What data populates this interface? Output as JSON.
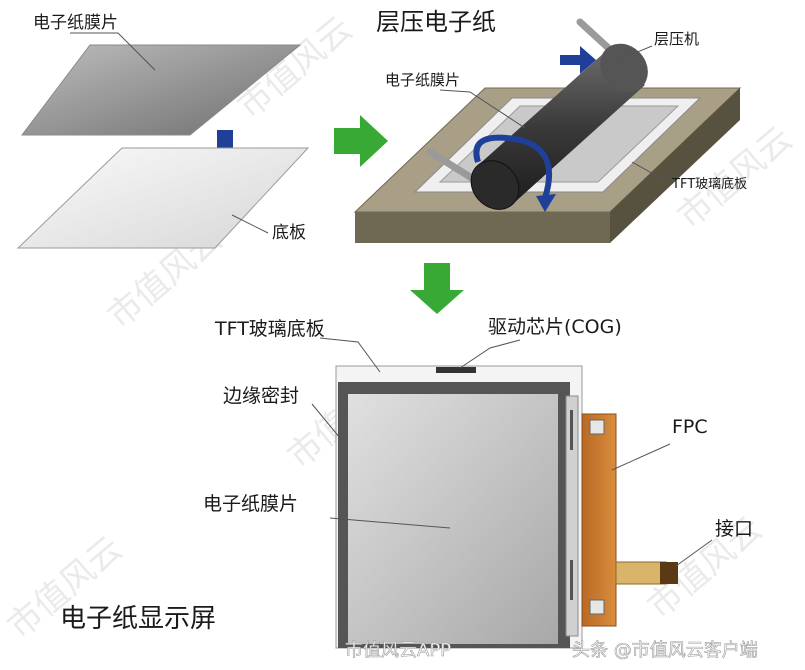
{
  "labels": {
    "top_left_film": "电子纸膜片",
    "base_plate": "底板",
    "lamination_title": "层压电子纸",
    "laminator": "层压机",
    "film_on_plate": "电子纸膜片",
    "tft_small": "TFT玻璃底板",
    "tft_glass": "TFT玻璃底板",
    "driver_chip": "驱动芯片(COG)",
    "edge_seal": "边缘密封",
    "fpc": "FPC",
    "display_film": "电子纸膜片",
    "connector": "接口",
    "display_title": "电子纸显示屏"
  },
  "watermark": {
    "text": "市值风云",
    "footer_left": "市值风云APP",
    "footer_right": "头条 @市值风云客户端"
  },
  "colors": {
    "arrow_green": "#39a935",
    "arrow_blue": "#1f3f99",
    "roller": "#3d3d3d",
    "platform_top": "#a89f86",
    "platform_side": "#6f6853",
    "fpc": "#c77a2e"
  }
}
